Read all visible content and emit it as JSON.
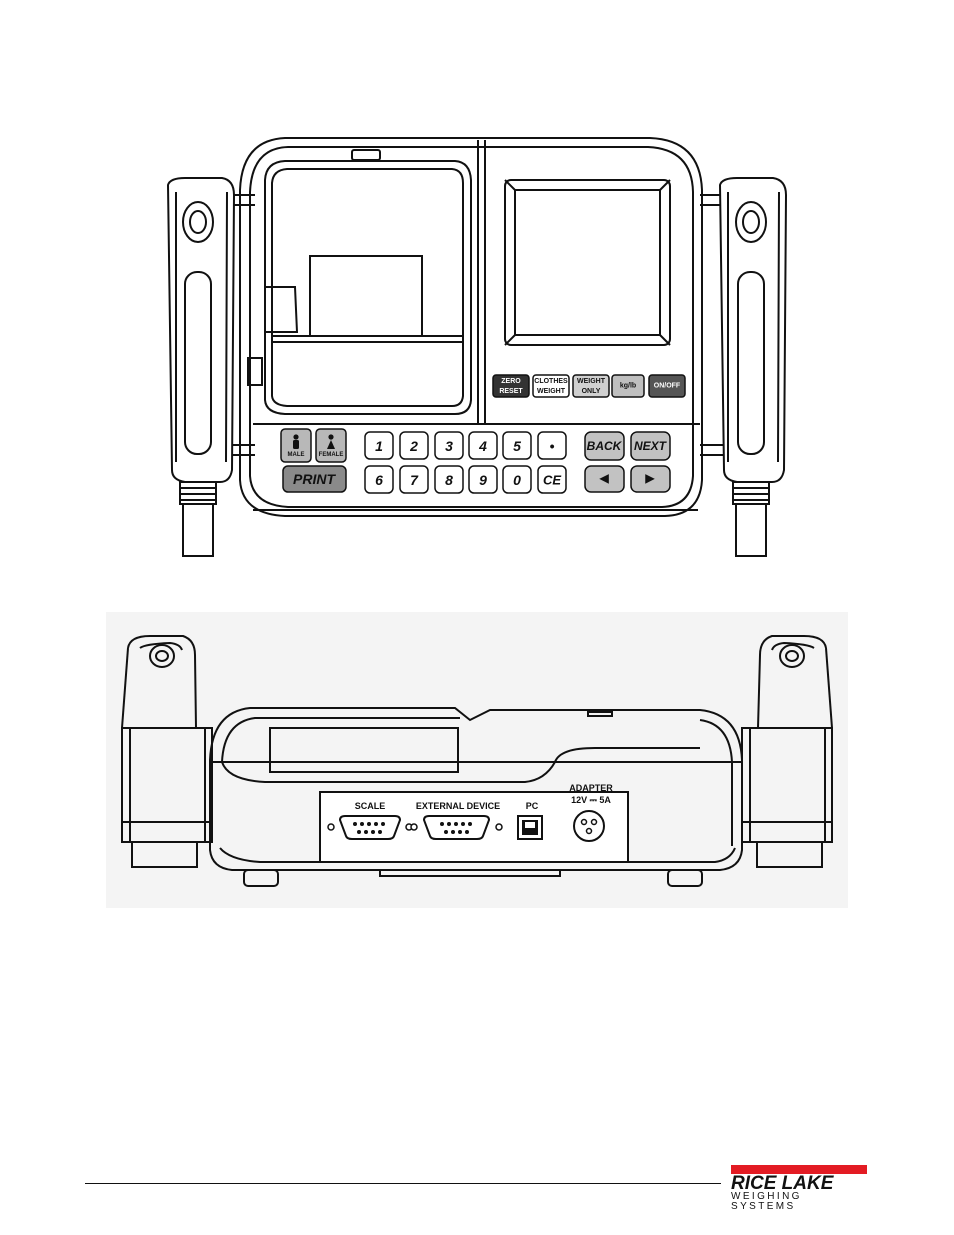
{
  "front_panel": {
    "function_keys": [
      "ZERO\nRESET",
      "CLOTHES\nWEIGHT",
      "WEIGHT\nONLY",
      "kg/lb",
      "ON/OFF"
    ],
    "gender_keys": [
      "MALE",
      "FEMALE"
    ],
    "print_key": "PRINT",
    "numeric_top": [
      "1",
      "2",
      "3",
      "4",
      "5",
      "•"
    ],
    "numeric_bottom": [
      "6",
      "7",
      "8",
      "9",
      "0",
      "CE"
    ],
    "nav_top": [
      "BACK",
      "NEXT"
    ],
    "nav_bottom": [
      "◄",
      "►"
    ]
  },
  "rear_panel": {
    "ports": [
      "SCALE",
      "EXTERNAL DEVICE",
      "PC"
    ],
    "adapter_line1": "ADAPTER",
    "adapter_line2": "12V ⎓ 5A"
  },
  "footer": {
    "brand_name": "RICE LAKE",
    "brand_tagline": "WEIGHING SYSTEMS",
    "brand_color": "#e31b23"
  }
}
